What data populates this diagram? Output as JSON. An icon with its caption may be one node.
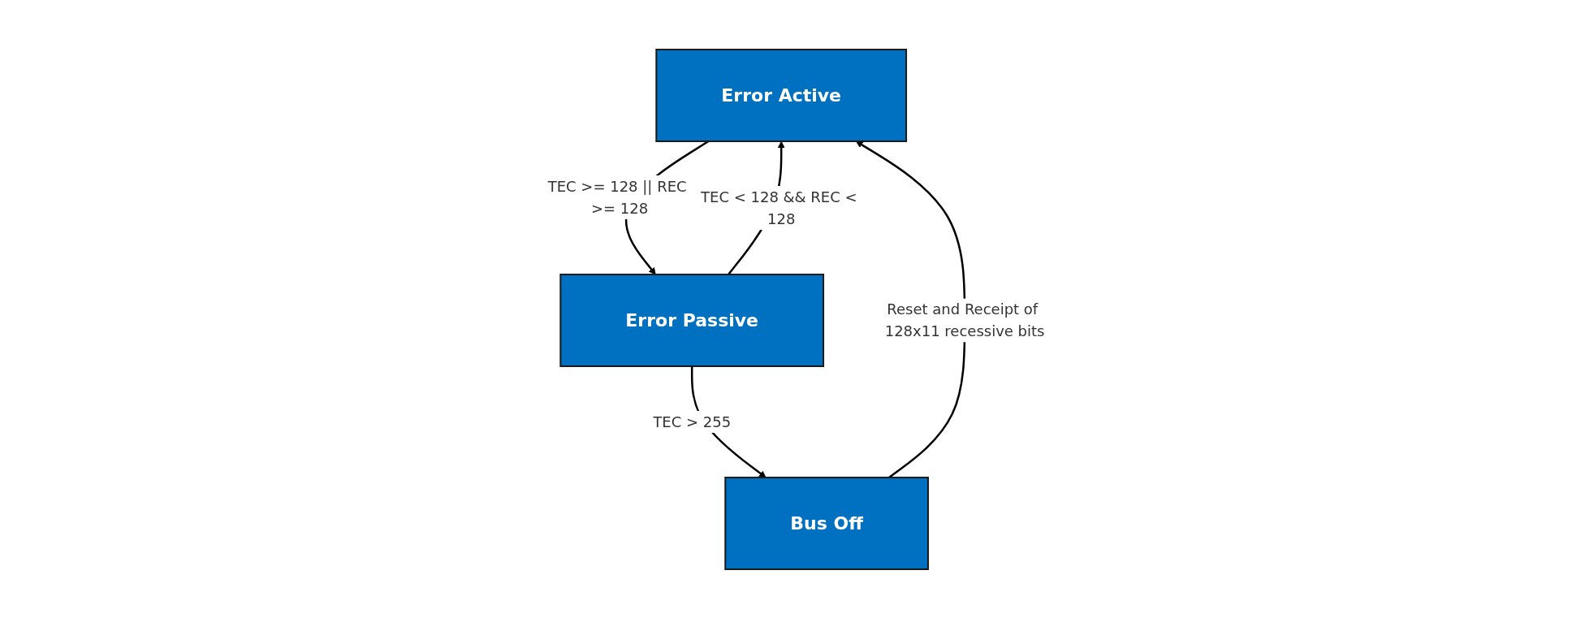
{
  "diagram": {
    "nodes": [
      {
        "text": [
          "Error Active"
        ]
      },
      {
        "text": [
          "Error Passive"
        ]
      },
      {
        "text": [
          "Bus Off"
        ]
      }
    ],
    "edges": [
      {
        "from": 0,
        "to": 1,
        "arrow": "to",
        "label": "TEC >= 128 || REC >= 128"
      },
      {
        "from": 1,
        "to": 0,
        "arrow": "to",
        "label": "TEC < 128 && REC < 128"
      },
      {
        "from": 1,
        "to": 2,
        "arrow": "to",
        "label": "TEC > 255"
      },
      {
        "from": 2,
        "to": 0,
        "arrow": "to",
        "label": "Reset and Receipt of 128x11 recessive bits"
      }
    ]
  }
}
